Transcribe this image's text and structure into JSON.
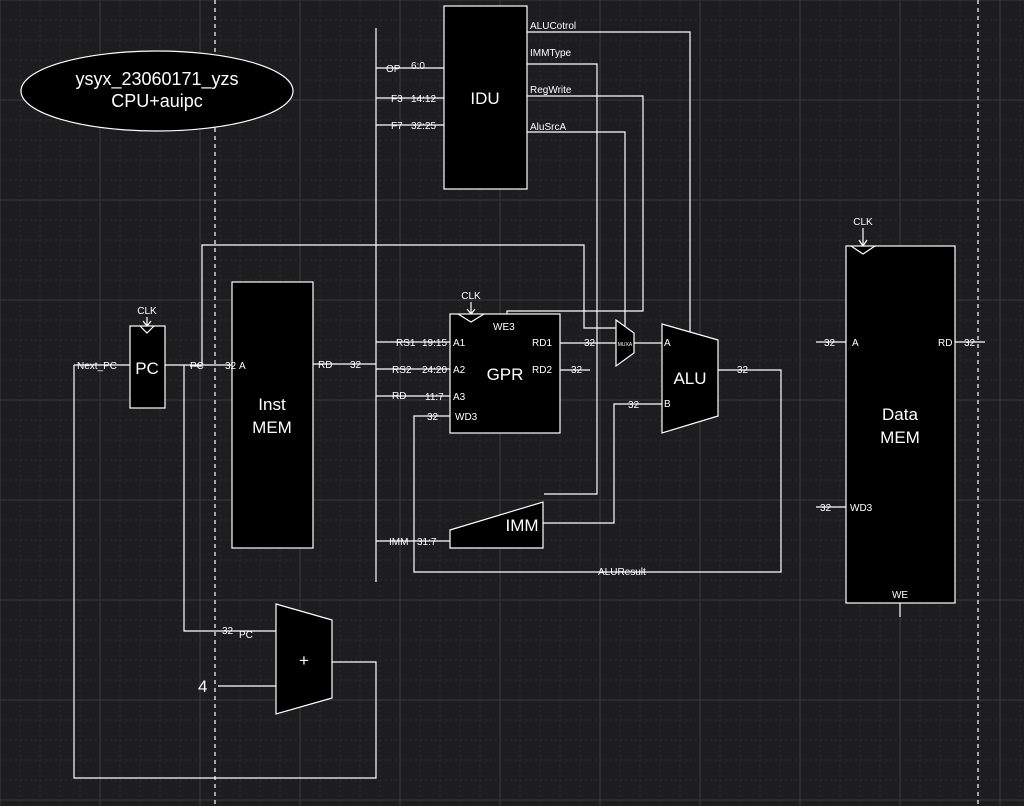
{
  "title": {
    "line1": "ysyx_23060171_yzs",
    "line2": "CPU+auipc"
  },
  "blocks": {
    "idu": "IDU",
    "pc": "PC",
    "inst_mem_line1": "Inst",
    "inst_mem_line2": "MEM",
    "gpr": "GPR",
    "alu": "ALU",
    "imm": "IMM",
    "data_mem_line1": "Data",
    "data_mem_line2": "MEM",
    "adder": "+",
    "muxa": "MUXA"
  },
  "idu_outputs": {
    "alu_control": "ALUCotrol",
    "imm_type": "IMMType",
    "reg_write": "RegWrite",
    "alu_src_a": "AluSrcA"
  },
  "idu_inputs": {
    "op": "OP",
    "op_bits": "6:0",
    "f3": "F3",
    "f3_bits": "14:12",
    "f7": "F7",
    "f7_bits": "32:25"
  },
  "pc_labels": {
    "clk": "CLK",
    "next_pc": "Next_PC",
    "pc_out": "PC",
    "width": "32",
    "a": "A"
  },
  "inst_mem_labels": {
    "rd": "RD",
    "width": "32"
  },
  "gpr_labels": {
    "clk": "CLK",
    "we3": "WE3",
    "rs1": "RS1",
    "rs1_bits": "19:15",
    "a1": "A1",
    "rs2": "RS2",
    "rs2_bits": "24:20",
    "a2": "A2",
    "rd": "RD",
    "rd_bits": "11:7",
    "a3": "A3",
    "wd3_width": "32",
    "wd3": "WD3",
    "rd1": "RD1",
    "rd1_width": "32",
    "rd2": "RD2",
    "rd2_width": "32"
  },
  "imm_labels": {
    "imm": "IMM",
    "imm_bits": "31:7"
  },
  "alu_labels": {
    "a": "A",
    "b": "B",
    "b_width": "32",
    "out_width": "32",
    "result": "ALUResult"
  },
  "data_mem_labels": {
    "clk": "CLK",
    "a_width": "32",
    "a": "A",
    "rd": "RD",
    "rd_width": "32",
    "wd3_width": "32",
    "wd3": "WD3",
    "we": "WE"
  },
  "adder_labels": {
    "pc_width": "32",
    "pc": "PC",
    "const": "4"
  }
}
